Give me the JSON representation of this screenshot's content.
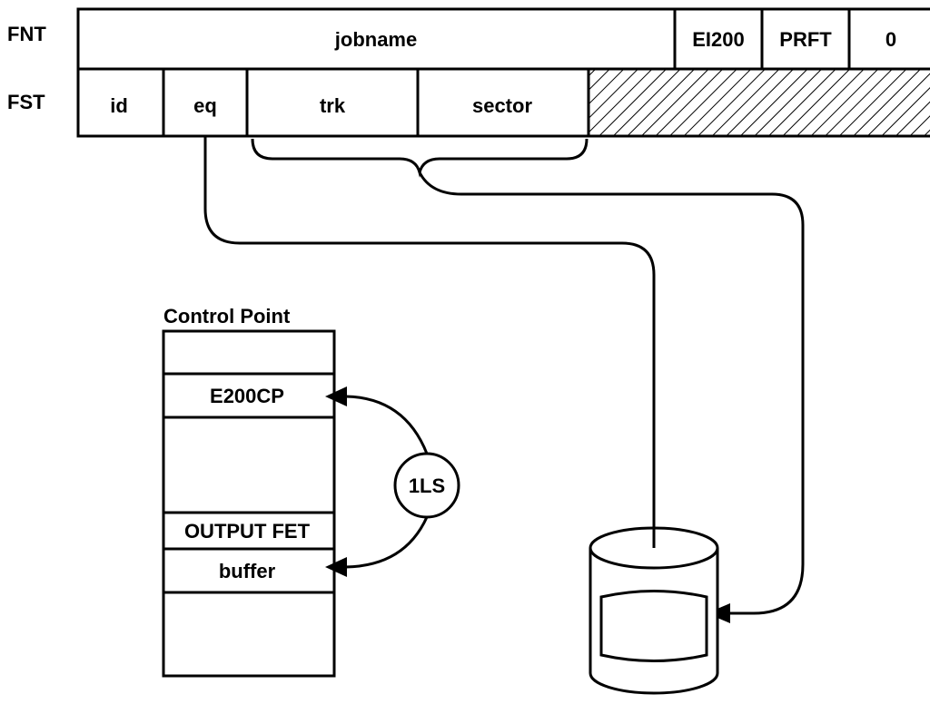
{
  "fnt": {
    "label": "FNT",
    "fields": [
      "jobname",
      "EI200",
      "PRFT",
      "0"
    ]
  },
  "fst": {
    "label": "FST",
    "fields": [
      "id",
      "eq",
      "trk",
      "sector"
    ]
  },
  "control_point": {
    "title": "Control Point",
    "rows": [
      "",
      "E200CP",
      "",
      "OUTPUT FET",
      "buffer",
      ""
    ]
  },
  "processor": {
    "label": "1LS"
  },
  "colors": {
    "ink": "#000000",
    "background": "#ffffff"
  }
}
